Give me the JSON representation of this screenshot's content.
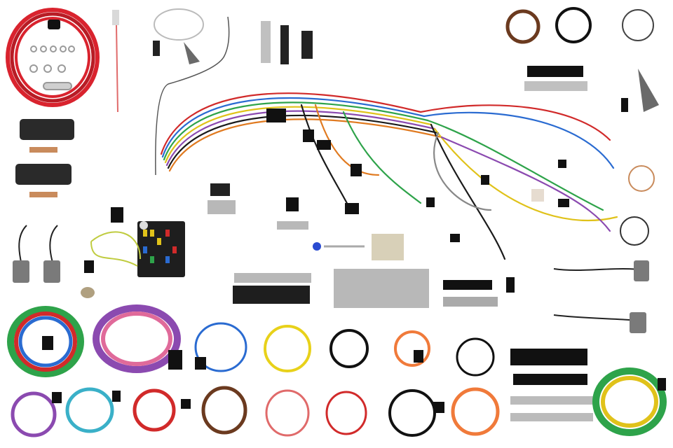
{
  "scene": {
    "subject": "wiring-harness-kit-product-photo",
    "background": "#ffffff"
  },
  "colors": {
    "battery_cable": "#d9232e",
    "fuse_box": "#222222",
    "ground_strap": "#3b2a1f",
    "yellow_coil": "#e8d11a",
    "orange_coil": "#f07a3a",
    "copper_terminal": "#c98b5c",
    "wire_palette": [
      "#1a1a1a",
      "#d12a2a",
      "#2a6bd1",
      "#2ea34a",
      "#e0c21a",
      "#8b4ab0",
      "#e07a20",
      "#888888",
      "#ffffff",
      "#6b3a1f",
      "#e06a9a",
      "#3ab0c8"
    ]
  },
  "parts": {
    "battery_cable_coil": "battery-cable-coil",
    "main_harness": "main-dash-harness",
    "fuse_block": "fuse-block",
    "headlight_switch": "headlight-switch",
    "sockets": "bulb-sockets",
    "terminals": "terminal-sets",
    "connector_housings": "connector-housings",
    "wire_coils": "wire-coils"
  }
}
